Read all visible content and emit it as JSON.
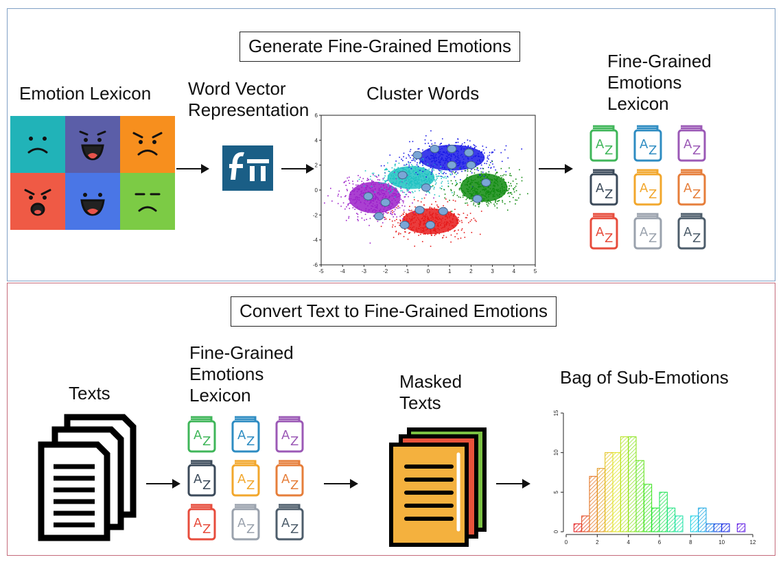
{
  "top": {
    "title": "Generate Fine-Grained Emotions",
    "lexicon_label": "Emotion Lexicon",
    "wordvec_label_1": "Word Vector",
    "wordvec_label_2": "Representation",
    "cluster_label": "Cluster Words",
    "fg_label_1": "Fine-Grained",
    "fg_label_2": "Emotions",
    "fg_label_3": "Lexicon",
    "fasttext_icon": "fasttext-logo-icon"
  },
  "bottom": {
    "title": "Convert Text to Fine-Grained Emotions",
    "texts_label": "Texts",
    "fg_label_1": "Fine-Grained",
    "fg_label_2": "Emotions",
    "fg_label_3": "Lexicon",
    "masked_label_1": "Masked",
    "masked_label_2": "Texts",
    "bag_label": "Bag of Sub-Emotions"
  },
  "colors": {
    "face_tiles": [
      "#21b3b8",
      "#5b5ea8",
      "#f78f1e",
      "#ef5a45",
      "#4a76e6",
      "#7ccb45"
    ],
    "book_colors": [
      "#3fb659",
      "#2e8cc2",
      "#9b59b6",
      "#3b4a5a",
      "#f2a72c",
      "#e67e3a",
      "#e74c3c",
      "#9aa2ad",
      "#4d5d6b"
    ],
    "clusters": [
      "#9b1fc9",
      "#1fc2c2",
      "#1a1ae6",
      "#0f8a0f",
      "#e61a1a"
    ]
  },
  "chart_data": [
    {
      "type": "scatter",
      "xlim": [
        -5,
        5
      ],
      "ylim": [
        -6,
        6
      ],
      "x_ticks": [
        "-5",
        "-4",
        "-3",
        "-2",
        "-1",
        "0",
        "1",
        "2",
        "3",
        "4",
        "5"
      ],
      "y_ticks": [
        "6",
        "4",
        "2",
        "0",
        "-2",
        "-4",
        "-6"
      ],
      "clusters": [
        {
          "color": "#9b1fc9",
          "center": [
            -2.5,
            -0.6
          ],
          "spread": [
            1.1,
            1.1
          ]
        },
        {
          "color": "#1fc2c2",
          "center": [
            -0.8,
            1.0
          ],
          "spread": [
            1.0,
            0.8
          ]
        },
        {
          "color": "#1a1ae6",
          "center": [
            1.1,
            2.6
          ],
          "spread": [
            1.4,
            0.9
          ]
        },
        {
          "color": "#0f8a0f",
          "center": [
            2.6,
            0.2
          ],
          "spread": [
            1.0,
            1.0
          ]
        },
        {
          "color": "#e61a1a",
          "center": [
            0.1,
            -2.5
          ],
          "spread": [
            1.2,
            0.9
          ]
        }
      ],
      "centroids": [
        [
          -2.8,
          -0.5
        ],
        [
          -2.0,
          -1.0
        ],
        [
          -2.3,
          -2.1
        ],
        [
          -1.2,
          1.2
        ],
        [
          -0.5,
          2.8
        ],
        [
          0.3,
          3.3
        ],
        [
          1.1,
          3.3
        ],
        [
          1.9,
          3.0
        ],
        [
          1.1,
          2.0
        ],
        [
          2.0,
          2.0
        ],
        [
          -0.1,
          0.2
        ],
        [
          2.3,
          -0.7
        ],
        [
          2.7,
          0.6
        ],
        [
          -0.4,
          -1.6
        ],
        [
          0.7,
          -1.7
        ],
        [
          -1.1,
          -2.8
        ],
        [
          0.1,
          -2.8
        ]
      ]
    },
    {
      "type": "bar",
      "x_ticks": [
        "0",
        "2",
        "4",
        "6",
        "8",
        "10",
        "12"
      ],
      "y_ticks": [
        "0",
        "5",
        "10",
        "15"
      ],
      "xlim": [
        0,
        12
      ],
      "ylim": [
        0,
        15
      ],
      "bin_width": 0.5,
      "bins_start": [
        0.5,
        1.0,
        1.5,
        2.0,
        2.5,
        3.0,
        3.5,
        4.0,
        4.5,
        5.0,
        5.5,
        6.0,
        6.5,
        7.0,
        7.5,
        8.0,
        8.5,
        9.0,
        9.5,
        10.0,
        10.5,
        11.0
      ],
      "values": [
        1,
        2,
        7,
        8,
        10,
        10,
        12,
        12,
        9,
        6,
        3,
        5,
        3,
        2,
        0,
        2,
        3,
        1,
        1,
        1,
        0,
        1
      ]
    }
  ]
}
